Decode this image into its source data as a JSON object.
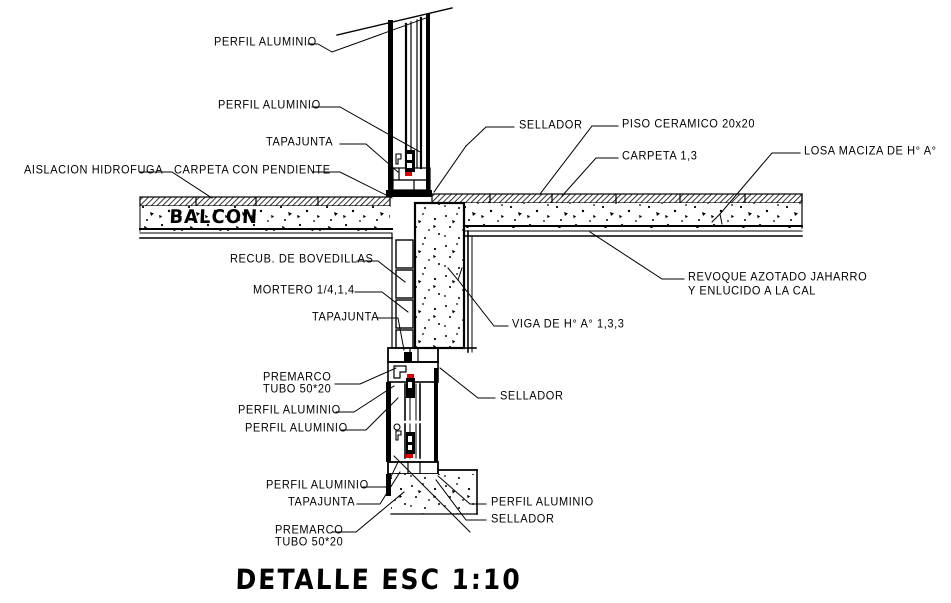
{
  "drawing": {
    "title": "DETALLE ESC 1:10",
    "slab_text": "BALCON",
    "scale": "1:10"
  },
  "labels": {
    "perfil_aluminio_1": "PERFIL ALUMINIO",
    "perfil_aluminio_2": "PERFIL ALUMINIO",
    "tapajunta_1": "TAPAJUNTA",
    "aislacion_hidrofuga": "AISLACION HIDROFUGA",
    "carpeta_con_pendiente": "CARPETA CON PENDIENTE",
    "sellador_1": "SELLADOR",
    "piso_ceramico": "PISO CERAMICO 20x20",
    "carpeta_13": "CARPETA 1,3",
    "losa_maciza": "LOSA MACIZA DE H° A°",
    "revoque_line1": "REVOQUE AZOTADO JAHARRO",
    "revoque_line2": "Y ENLUCIDO A LA CAL",
    "recub_bovedillas": "RECUB. DE BOVEDILLAS",
    "mortero": "MORTERO 1/4,1,4",
    "tapajunta_2": "TAPAJUNTA",
    "viga": "VIGA DE H° A° 1,3,3",
    "premarco_1_line1": "PREMARCO",
    "premarco_1_line2": "TUBO 50*20",
    "perfil_aluminio_3": "PERFIL ALUMINIO",
    "perfil_aluminio_4": "PERFIL ALUMINIO",
    "sellador_2": "SELLADOR",
    "perfil_aluminio_5": "PERFIL ALUMINIO",
    "tapajunta_3": "TAPAJUNTA",
    "premarco_2_line1": "PREMARCO",
    "premarco_2_line2": "TUBO 50*20",
    "perfil_aluminio_6": "PERFIL ALUMINIO",
    "sellador_3": "SELLADOR"
  },
  "colors": {
    "line": "#000000",
    "background": "#ffffff",
    "accent_gasket": "#e00000"
  }
}
